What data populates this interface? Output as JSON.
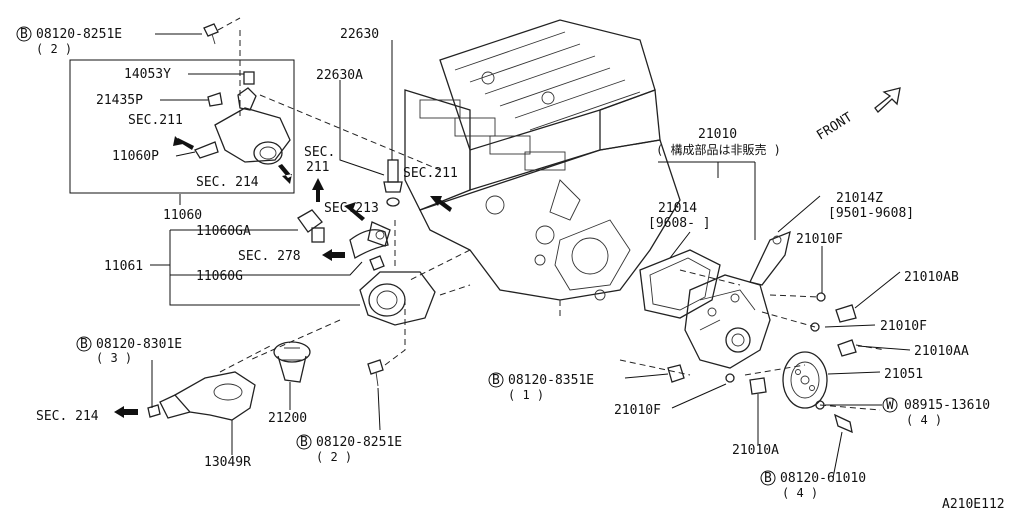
{
  "diagram_id": "A210E112",
  "callouts": {
    "bolt_top": {
      "badge": "B",
      "part": "08120-8251E",
      "qty": "( 2 )"
    },
    "p22630": "22630",
    "p22630A": "22630A",
    "p14053Y": "14053Y",
    "p21435P": "21435P",
    "sec211_a": "SEC.211",
    "p11060P": "11060P",
    "sec214_box": "SEC. 214",
    "p11060": "11060",
    "sec211_b_line1": "SEC.",
    "sec211_b_line2": "211",
    "sec211_c": "SEC.211",
    "sec213": "SEC.213",
    "p11060GA": "11060GA",
    "sec278": "SEC. 278",
    "p11061": "11061",
    "p11060G": "11060G",
    "bolt_8301": {
      "badge": "B",
      "part": "08120-8301E",
      "qty": "( 3 )"
    },
    "sec214_left": "SEC. 214",
    "p21200": "21200",
    "bolt_8251_bottom": {
      "badge": "B",
      "part": "08120-8251E",
      "qty": "( 2 )"
    },
    "p13049R": "13049R",
    "p21010": "21010",
    "p21010_note": "( 構成部品は非販売 )",
    "p21014": "21014",
    "p21014_date": "[9608-    ]",
    "p21014Z": "21014Z",
    "p21014Z_date": "[9501-9608]",
    "p21010F_top": "21010F",
    "p21010AB": "21010AB",
    "p21010F_mid": "21010F",
    "p21010AA": "21010AA",
    "bolt_8351": {
      "badge": "B",
      "part": "08120-8351E",
      "qty": "( 1 )"
    },
    "p21051": "21051",
    "p21010F_low": "21010F",
    "washer_13610": {
      "badge": "W",
      "part": "08915-13610",
      "qty": "( 4 )"
    },
    "p21010A": "21010A",
    "bolt_61010": {
      "badge": "B",
      "part": "08120-61010",
      "qty": "( 4 )"
    },
    "front": "FRONT"
  }
}
